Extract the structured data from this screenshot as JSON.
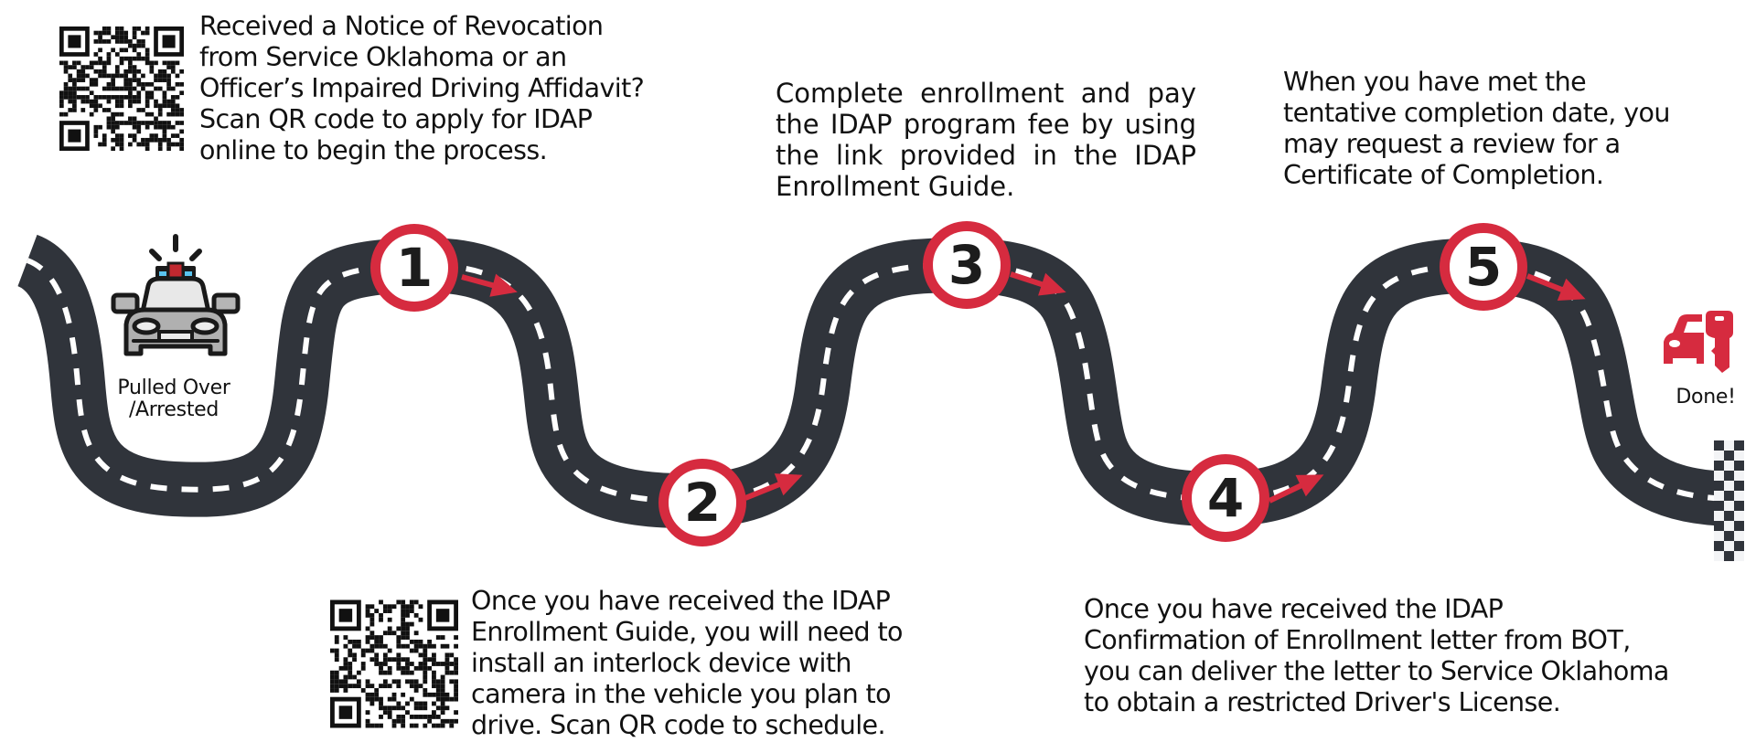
{
  "colors": {
    "road": "#30343b",
    "lane": "#ffffff",
    "accent_red": "#d62b3f",
    "text": "#111111"
  },
  "start": {
    "icon": "police-car-icon",
    "label_line1": "Pulled Over",
    "label_line2": "/Arrested"
  },
  "finish": {
    "icon": "car-key-icon",
    "label": "Done!",
    "flag_icon": "checkered-flag-icon"
  },
  "steps": [
    {
      "number": "1",
      "has_qr": true,
      "qr_icon": "qr-code-icon",
      "text_lines": [
        "Received a Notice of Revocation",
        "from Service Oklahoma or an",
        "Officer’s Impaired Driving Affidavit?",
        "Scan QR code to apply for IDAP",
        "online to begin the process."
      ]
    },
    {
      "number": "2",
      "has_qr": true,
      "qr_icon": "qr-code-icon",
      "text_lines": [
        "Once you have received the IDAP",
        "Enrollment Guide, you will need to",
        "install an interlock device with",
        "camera in the vehicle you plan to",
        "drive.  Scan QR code to schedule."
      ]
    },
    {
      "number": "3",
      "has_qr": false,
      "text": "Complete enrollment and pay the IDAP program fee by using the link provided in the IDAP Enrollment Guide."
    },
    {
      "number": "4",
      "has_qr": false,
      "text_lines": [
        "Once you have received the IDAP",
        "Confirmation of Enrollment letter from BOT,",
        "you can deliver the letter to Service Oklahoma",
        "to obtain a restricted Driver's License."
      ]
    },
    {
      "number": "5",
      "has_qr": false,
      "text_lines": [
        "When you have met the",
        "tentative completion date, you",
        "may request a review for a",
        "Certificate of Completion."
      ]
    }
  ]
}
